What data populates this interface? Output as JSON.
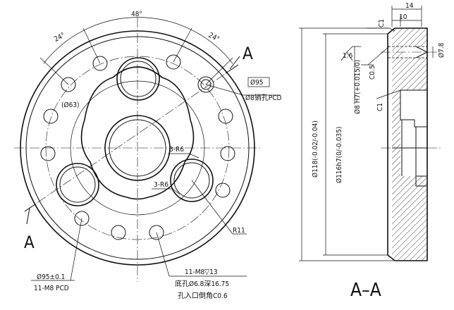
{
  "views": {
    "front": {
      "angle_48": "48°",
      "angle_24_left": "24°",
      "angle_24_right": "24°",
      "section_label_top": "A",
      "section_label_bottom": "A",
      "pcd_95_box": "Ø95",
      "pin_pcd": "Ø8销孔PCD",
      "dia_63": "(Ø63)",
      "radius_top": "3-R6",
      "radius_bottom": "3-R6",
      "r11": "R11",
      "pcd_95_tol": "Ø95±0.1",
      "m8_pcd": "11-M8 PCD",
      "thread_note_1": "11-M8▽13",
      "thread_note_2": "底孔Ø6.8深16.75",
      "thread_note_3": "孔入口倒角C0.6"
    },
    "section": {
      "dim_14": "14",
      "dim_10": "10",
      "c1_top": "C1",
      "surface_finish": "1.6",
      "phi_7_8": "Ø7.8",
      "c0_5": "C0.5",
      "c1_mid": "C1",
      "phi_8_h7": "Ø8 H7(+0.015/0)",
      "phi_118": "Ø118(-0.02/-0.04)",
      "phi_116": "Ø116h7(0/-0.035)",
      "title": "A–A"
    }
  }
}
